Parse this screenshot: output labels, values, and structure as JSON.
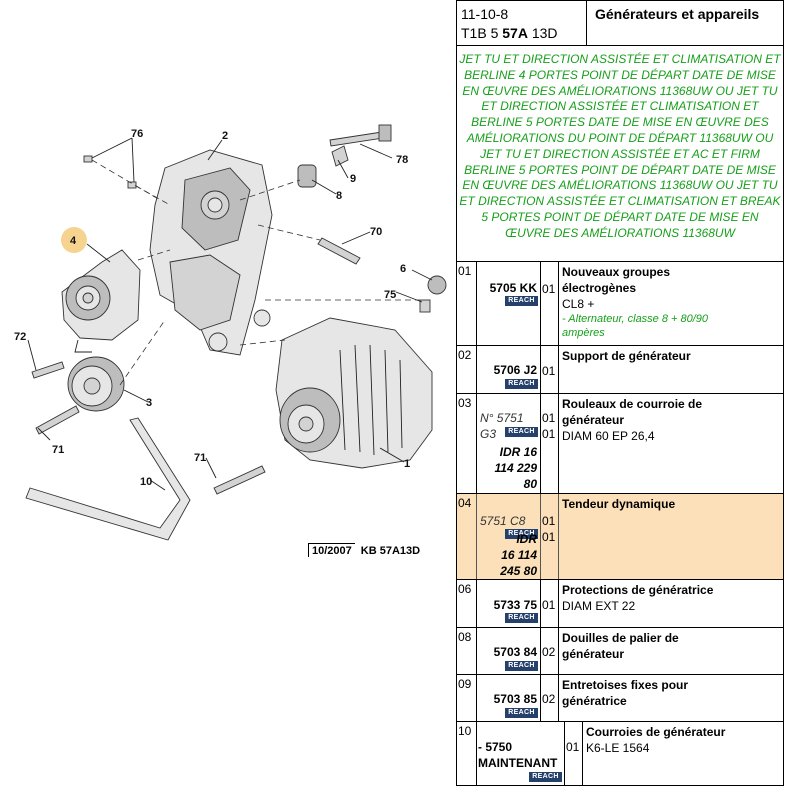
{
  "header": {
    "code_line1": "11-10-8",
    "code_line2_a": "T1B 5",
    "code_line2_b": "57A",
    "code_line2_c": "13D",
    "section_title": "Générateurs et appareils"
  },
  "applicability_note": "JET TU ET DIRECTION ASSISTÉE ET CLIMATISATION ET BERLINE 4 PORTES POINT DE DÉPART DATE DE MISE EN ŒUVRE DES AMÉLIORATIONS 11368UW OU JET TU ET DIRECTION ASSISTÉE ET CLIMATISATION ET BERLINE 5 PORTES DATE DE MISE EN ŒUVRE DES AMÉLIORATIONS DU POINT DE DÉPART 11368UW OU JET TU ET DIRECTION ASSISTÉE ET AC ET FIRM BERLINE 5 PORTES POINT DE DÉPART DATE DE MISE EN ŒUVRE DES AMÉLIORATIONS 11368UW OU JET TU ET DIRECTION ASSISTÉE ET CLIMATISATION ET BREAK 5 PORTES POINT DE DÉPART DATE DE MISE EN ŒUVRE DES AMÉLIORATIONS 11368UW",
  "reach_label": "REACH",
  "parts": [
    {
      "index": "01",
      "part_no": "5705 KK",
      "qty": "01",
      "title_lines": [
        "Nouveaux groupes",
        "électrogènes"
      ],
      "spec": "CL8 +",
      "green_lines": [
        "- Alternateur, classe 8 + 80/90",
        "ampères"
      ]
    },
    {
      "index": "02",
      "part_no": "5706 J2",
      "qty": "01",
      "title_lines": [
        "Support de générateur"
      ],
      "spec": ""
    },
    {
      "index": "03",
      "ref_italic_1": "N° 5751",
      "ref_italic_2": "G3",
      "qty": "01",
      "qty2": "01",
      "title_lines": [
        "Rouleaux de courroie de",
        "générateur"
      ],
      "spec": "DIAM 60 EP 26,4",
      "idr_lines": [
        "IDR 16",
        "114 229",
        "80"
      ]
    },
    {
      "index": "04",
      "ref_italic_1": "5751 C8",
      "qty": "01",
      "qty2": "01",
      "title_lines": [
        "Tendeur dynamique"
      ],
      "spec": "",
      "idr_lines": [
        "IDR",
        "16 114",
        "245 80"
      ]
    },
    {
      "index": "06",
      "part_no": "5733 75",
      "qty": "01",
      "title_lines": [
        "Protections de génératrice"
      ],
      "spec": "DIAM EXT 22"
    },
    {
      "index": "08",
      "part_no": "5703 84",
      "qty": "02",
      "title_lines": [
        "Douilles de palier de",
        "générateur"
      ],
      "spec": ""
    },
    {
      "index": "09",
      "part_no": "5703 85",
      "qty": "02",
      "title_lines": [
        "Entretoises fixes pour",
        "génératrice"
      ],
      "spec": ""
    },
    {
      "index": "10",
      "part_no_line1": "- 5750",
      "part_no_line2": "MAINTENANT",
      "qty": "01",
      "title_lines": [
        "Courroies de générateur"
      ],
      "spec": "K6-LE 1564"
    }
  ],
  "diagram": {
    "callouts": [
      "76",
      "2",
      "78",
      "9",
      "8",
      "4",
      "70",
      "6",
      "75",
      "72",
      "3",
      "71",
      "71",
      "10",
      "1"
    ],
    "footer_date": "10/2007",
    "footer_ref": "KB 57A13D"
  },
  "colors": {
    "note_green": "#17a01b",
    "highlight_row": "#fbe0ba",
    "reach_badge": "#25406b",
    "callout_circle": "#f6d38f"
  }
}
